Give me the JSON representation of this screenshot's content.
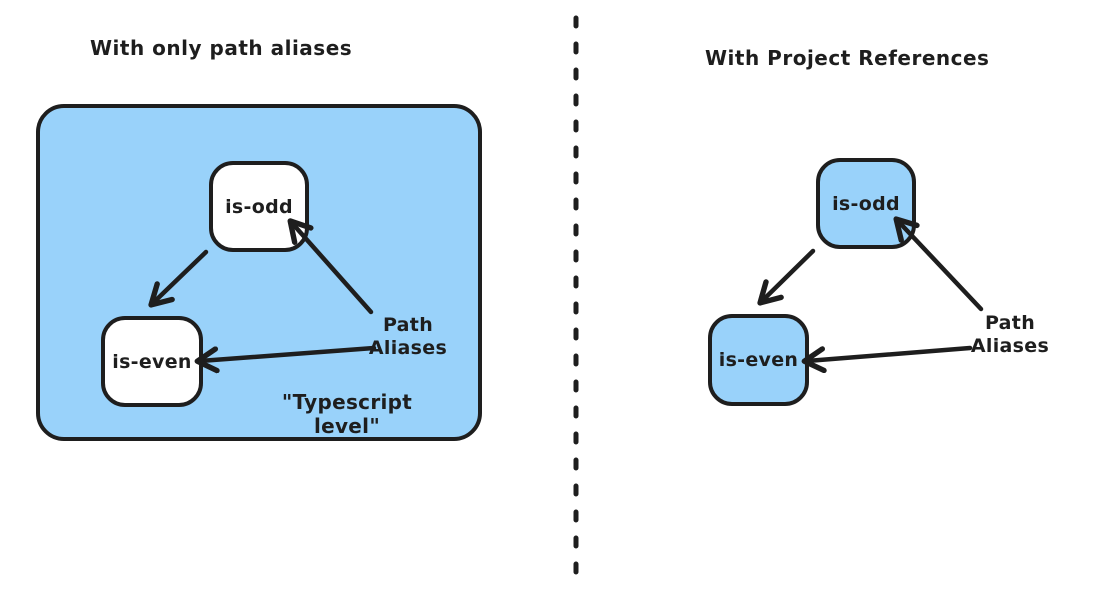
{
  "colors": {
    "canvas_background": "#ffffff",
    "node_fill_blue": "#99d2fa",
    "stroke_ink": "#1e1e1e"
  },
  "left": {
    "title": "With only path aliases",
    "container_caption": "\"Typescript level\"",
    "boxes": [
      {
        "label": "is-odd"
      },
      {
        "label": "is-even"
      }
    ],
    "annotation": {
      "line1": "Path",
      "line2": "Aliases"
    }
  },
  "right": {
    "title": "With Project References",
    "boxes": [
      {
        "label": "is-odd"
      },
      {
        "label": "is-even"
      }
    ],
    "annotation": {
      "line1": "Path",
      "line2": "Aliases"
    }
  }
}
